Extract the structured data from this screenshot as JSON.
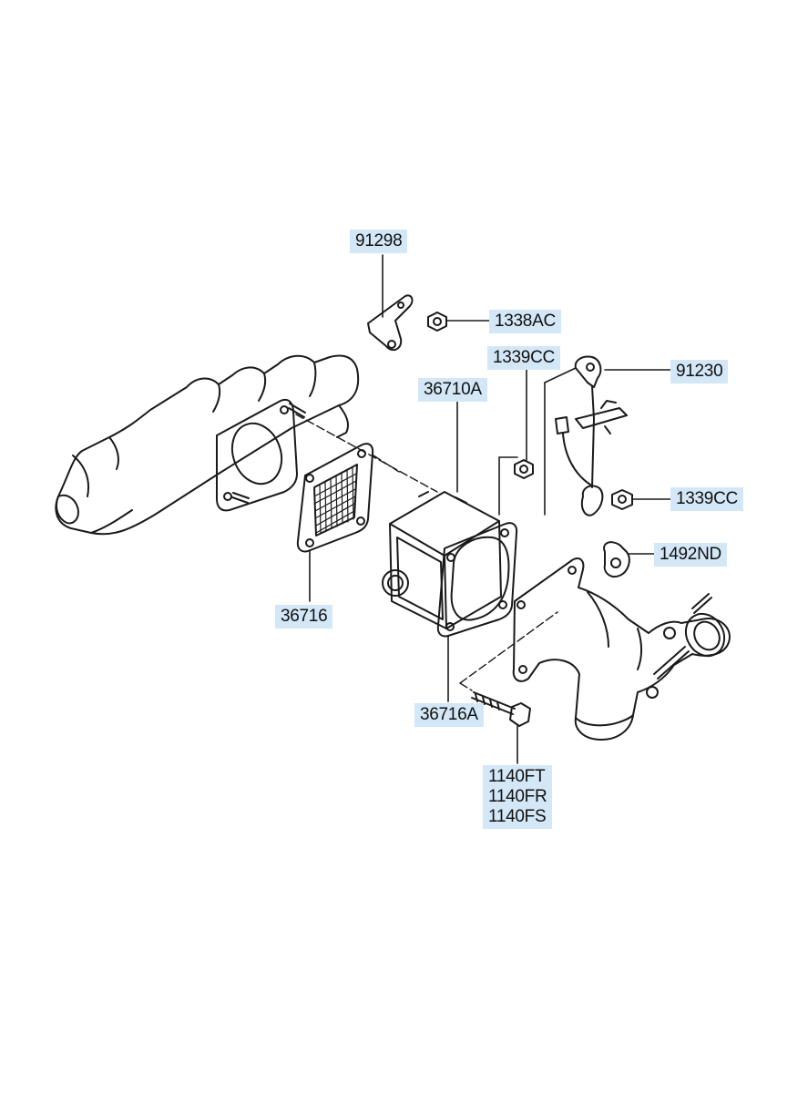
{
  "callouts": {
    "p91298": "91298",
    "p1338AC": "1338AC",
    "p1339CC_top": "1339CC",
    "p36710A": "36710A",
    "p91230": "91230",
    "p1339CC_right": "1339CC",
    "p1492ND": "1492ND",
    "p36716": "36716",
    "p36716A": "36716A",
    "bolt_group": [
      "1140FT",
      "1140FR",
      "1140FS"
    ]
  },
  "colors": {
    "callout_bg": "#d3e7f7",
    "line": "#1a1a1a"
  }
}
